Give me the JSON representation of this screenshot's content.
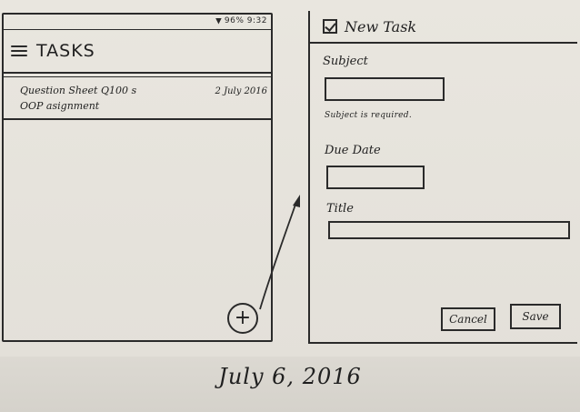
{
  "left_screen": {
    "status_text": "96% 9:32",
    "app_title": "TASKS",
    "tasks": [
      {
        "line1": "Question Sheet Q100 s",
        "line2": "OOP asignment",
        "date": "2 July 2016"
      }
    ],
    "fab_symbol": "+"
  },
  "dialog": {
    "title": "New Task",
    "subject_label": "Subject",
    "subject_value": "",
    "subject_hint": "Subject is required.",
    "due_date_label": "Due Date",
    "due_date_value": "",
    "title_label": "Title",
    "title_value": "",
    "cancel_label": "Cancel",
    "save_label": "Save"
  },
  "footer_date": "July 6, 2016",
  "colors": {
    "ink": "#2a2a2a",
    "paper": "#e6e3dc"
  },
  "icons": [
    "menu-icon",
    "check-icon",
    "add-icon",
    "signal-icon"
  ]
}
